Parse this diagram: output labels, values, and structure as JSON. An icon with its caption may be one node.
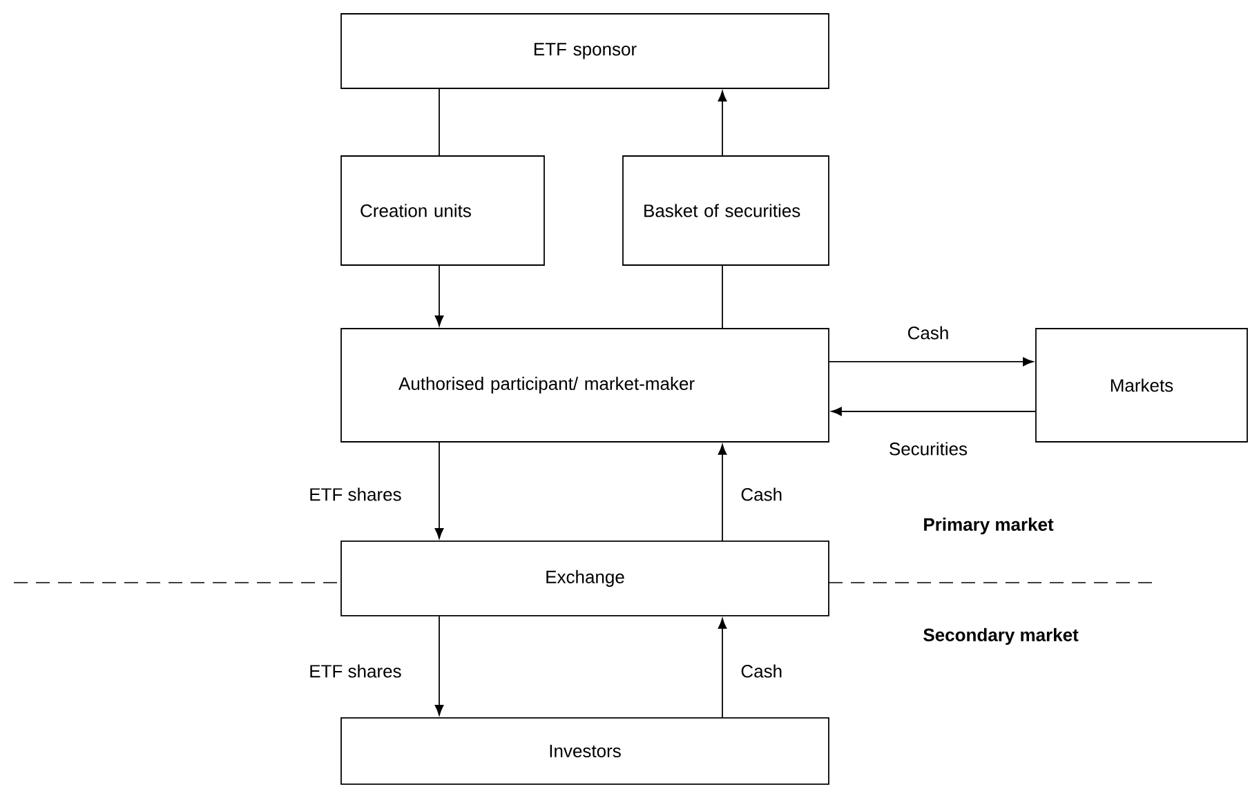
{
  "diagram": {
    "nodes": [
      {
        "text": [
          "ETF sponsor"
        ]
      },
      {
        "text": [
          "Creation units"
        ]
      },
      {
        "text": [
          "Basket of securities"
        ]
      },
      {
        "text": [
          "Authorised participant/ market-maker"
        ]
      },
      {
        "text": [
          "Markets"
        ]
      },
      {
        "text": [
          "Exchange"
        ]
      },
      {
        "text": [
          "Investors"
        ]
      }
    ],
    "edges": [
      {
        "from": 0,
        "to": 1,
        "arrow": "none"
      },
      {
        "from": 1,
        "to": 3,
        "arrow": "to"
      },
      {
        "from": 3,
        "to": 2,
        "arrow": "none"
      },
      {
        "from": 2,
        "to": 0,
        "arrow": "to"
      },
      {
        "from": 3,
        "to": 4,
        "arrow": "to",
        "label": "Cash"
      },
      {
        "from": 4,
        "to": 3,
        "arrow": "to",
        "label": "Securities"
      },
      {
        "from": 3,
        "to": 5,
        "arrow": "to",
        "label": "ETF shares"
      },
      {
        "from": 5,
        "to": 3,
        "arrow": "to",
        "label": "Cash"
      },
      {
        "from": 5,
        "to": 6,
        "arrow": "to",
        "label": "ETF shares"
      },
      {
        "from": 6,
        "to": 5,
        "arrow": "to",
        "label": "Cash"
      }
    ],
    "labels": [
      "Primary market",
      "Secondary market"
    ]
  }
}
